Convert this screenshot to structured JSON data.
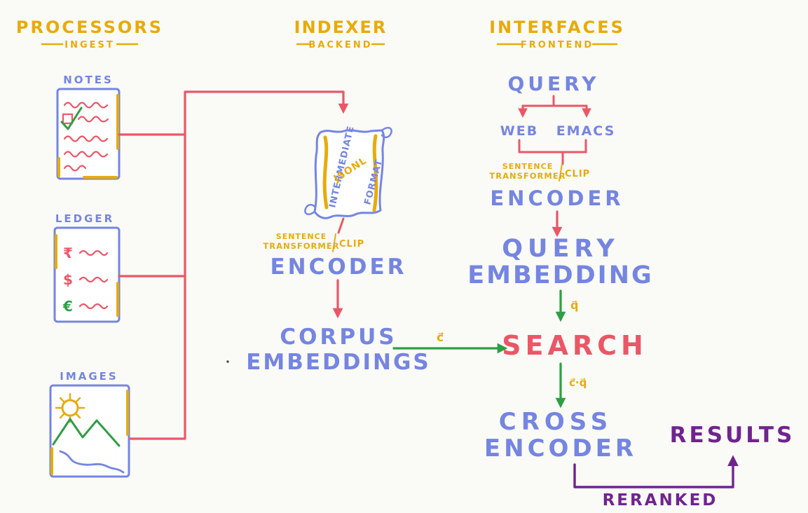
{
  "colors": {
    "yellow": "#e8ab0a",
    "blue": "#7585e2",
    "red": "#ea5767",
    "green": "#2f9e44",
    "purple": "#70248f",
    "background": "#fafaf7"
  },
  "headers": {
    "processors": {
      "title": "PROCESSORS",
      "subtitle": "INGEST"
    },
    "indexer": {
      "title": "INDEXER",
      "subtitle": "BACKEND"
    },
    "interfaces": {
      "title": "INTERFACES",
      "subtitle": "FRONTEND"
    }
  },
  "processors": {
    "notes": "NOTES",
    "ledger": "LEDGER",
    "images": "IMAGES",
    "ledger_rupee": "₹",
    "ledger_dollar": "$",
    "ledger_euro": "€"
  },
  "indexer": {
    "scroll_left": "INTERMEDIATE",
    "scroll_center": "JSONL",
    "scroll_right": "FORMAT",
    "model_line1": "SENTENCE",
    "model_line2": "TRANSFORMER",
    "model_alt": "CLIP",
    "encoder": "ENCODER",
    "corpus1": "CORPUS",
    "corpus2": "EMBEDDINGS"
  },
  "interfaces": {
    "query": "QUERY",
    "web": "WEB",
    "emacs": "EMACS",
    "model_line1": "SENTENCE",
    "model_line2": "TRANSFORMER",
    "model_alt": "CLIP",
    "encoder": "ENCODER",
    "qe1": "QUERY",
    "qe2": "EMBEDDING",
    "search": "SEARCH",
    "ce1": "CROSS",
    "ce2": "ENCODER",
    "results": "RESULTS",
    "reranked": "RERANKED"
  },
  "edges": {
    "corpus_vec": "c⃗",
    "query_vec": "q⃗",
    "dot": "c⃗·q⃗"
  }
}
